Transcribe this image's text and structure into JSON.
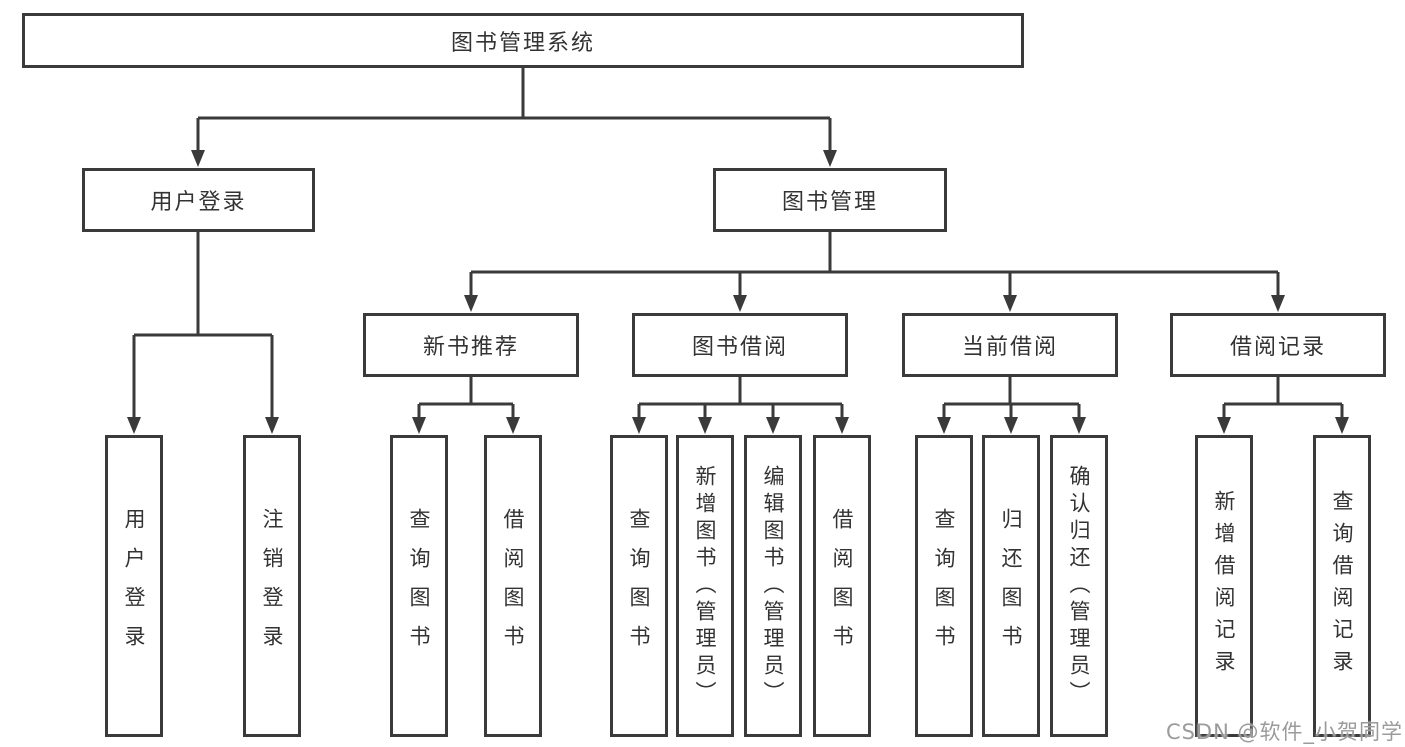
{
  "diagram": {
    "root": {
      "label": "图书管理系统"
    },
    "branches": [
      {
        "label": "用户登录"
      },
      {
        "label": "图书管理"
      }
    ],
    "modules": [
      {
        "label": "新书推荐"
      },
      {
        "label": "图书借阅"
      },
      {
        "label": "当前借阅"
      },
      {
        "label": "借阅记录"
      }
    ],
    "leaves": [
      {
        "label": "用户登录"
      },
      {
        "label": "注销登录"
      },
      {
        "label": "查询图书"
      },
      {
        "label": "借阅图书"
      },
      {
        "label": "查询图书"
      },
      {
        "label": "新增图书（管理员）"
      },
      {
        "label": "编辑图书（管理员）"
      },
      {
        "label": "借阅图书"
      },
      {
        "label": "查询图书"
      },
      {
        "label": "归还图书"
      },
      {
        "label": "确认归还（管理员）"
      },
      {
        "label": "新增借阅记录"
      },
      {
        "label": "查询借阅记录"
      }
    ]
  },
  "watermark": {
    "text": "CSDN @软件_小贺同学"
  },
  "colors": {
    "line": "#3a3a3a",
    "text": "#333333",
    "background": "#ffffff",
    "watermark": "#9b9b9b"
  }
}
